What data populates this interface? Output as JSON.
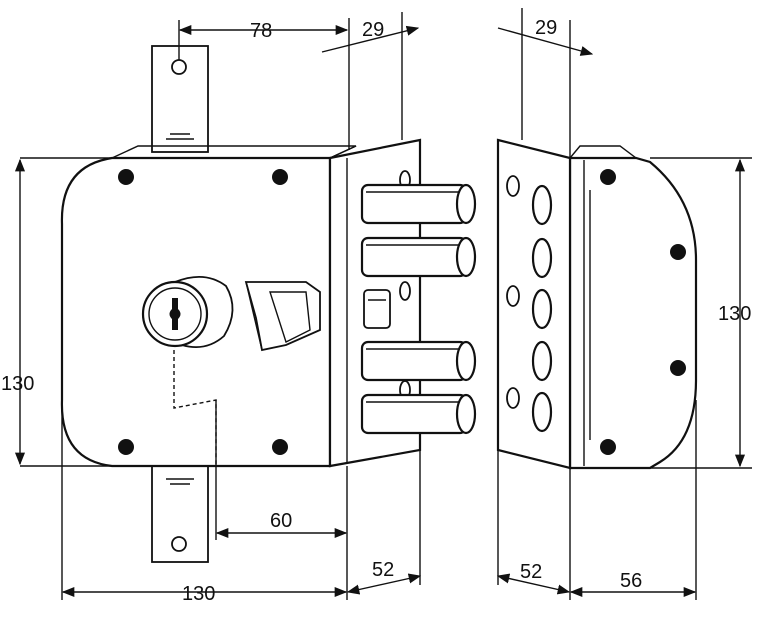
{
  "dimensions": {
    "top_left_width": "78",
    "top_center_depth": "29",
    "top_right_depth": "29",
    "left_height": "130",
    "right_height": "130",
    "bottom_backset": "60",
    "bottom_body_width": "130",
    "bottom_center_depth": "52",
    "bottom_right_depth": "52",
    "bottom_right_width": "56"
  },
  "colors": {
    "line": "#111111",
    "fill": "#ffffff"
  }
}
